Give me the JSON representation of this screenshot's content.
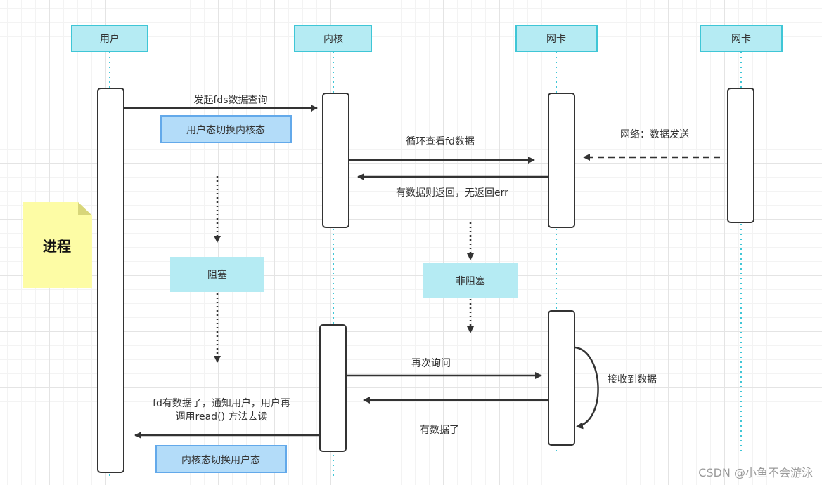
{
  "participants": [
    "用户",
    "内核",
    "网卡",
    "网卡"
  ],
  "note": "进程",
  "messages": {
    "fds_query": "发起fds数据查询",
    "loop_check": "循环查看fd数据",
    "return_data": "有数据则返回，无返回err",
    "network_send": "网络：数据发送",
    "ask_again": "再次询问",
    "receive_data": "接收到数据",
    "has_data": "有数据了",
    "notify_line1": "fd有数据了，通知用户，用户再",
    "notify_line2": "调用read()  方法去读"
  },
  "states": {
    "user_to_kernel": "用户态切换内核态",
    "kernel_to_user": "内核态切换用户态",
    "blocking": "阻塞",
    "non_blocking": "非阻塞"
  },
  "watermark": "CSDN @小鱼不会游泳",
  "colors": {
    "header_fill": "#b5ebf3",
    "header_stroke": "#3fc6d6",
    "lifeline": "#3fc6d6",
    "state_fill": "#b3dcf9",
    "state_stroke": "#63a9ea",
    "block_fill": "#b5ebf3",
    "note_fill": "#fdfca5",
    "note_fold": "#d8d67a"
  }
}
